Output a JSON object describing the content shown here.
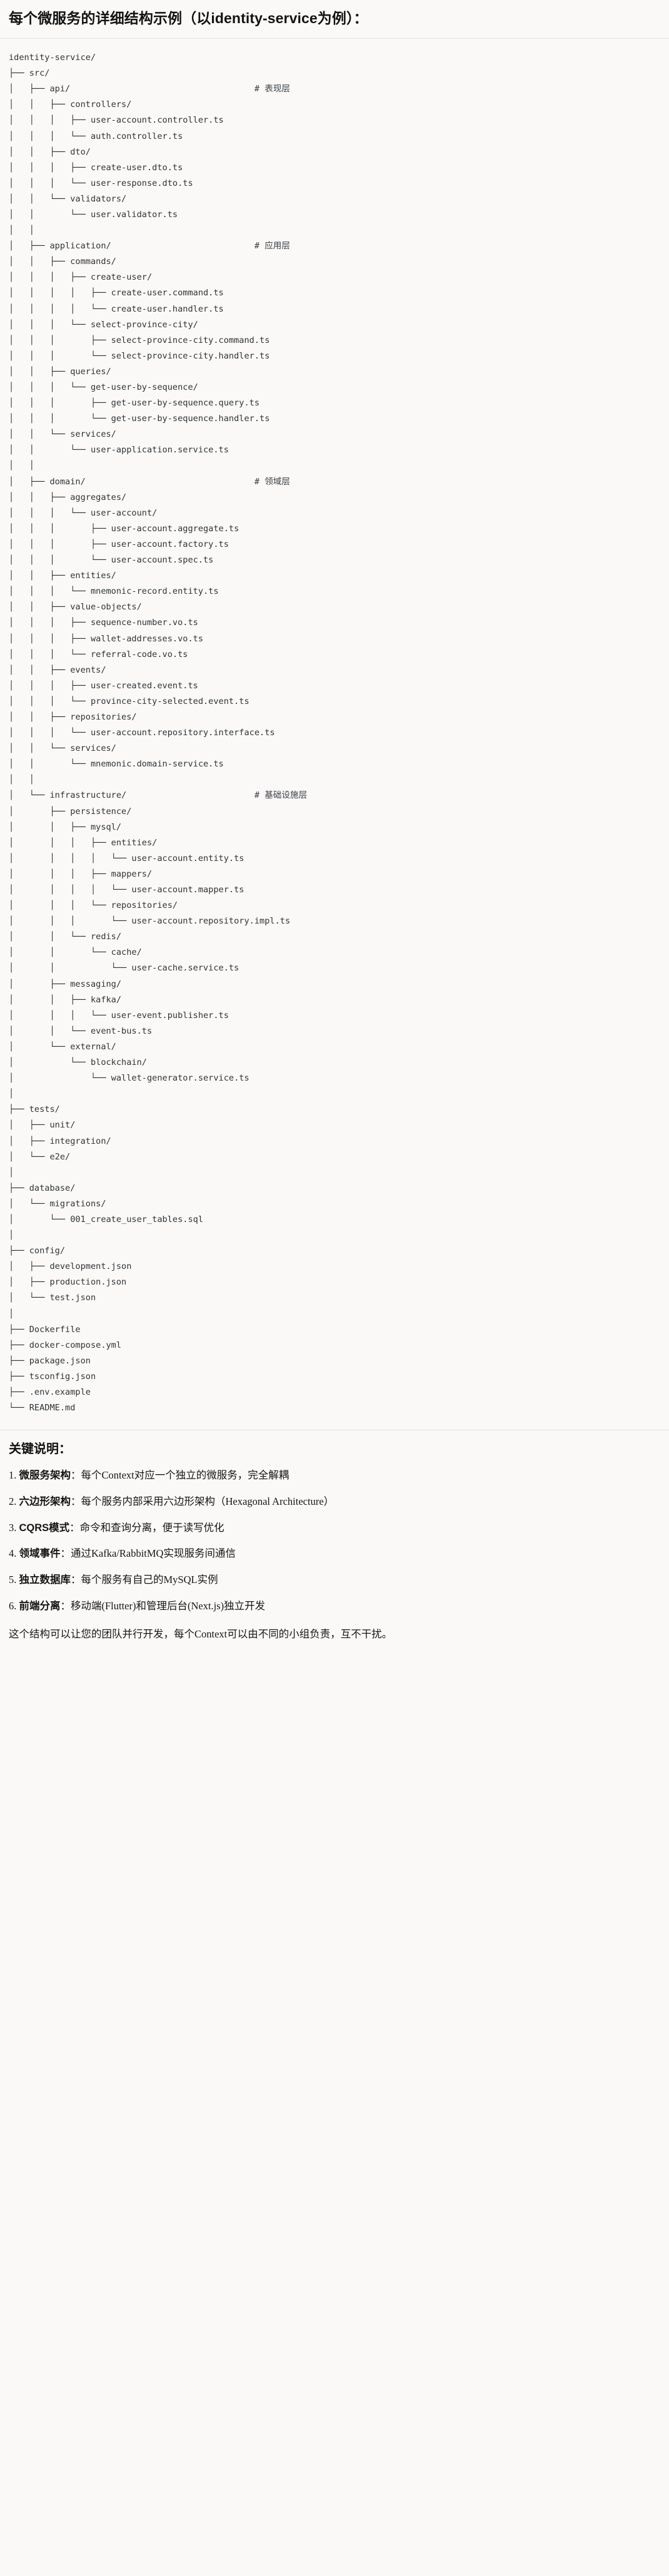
{
  "header": {
    "title": "每个微服务的详细结构示例（以identity-service为例）："
  },
  "tree": {
    "root_label": "identity-service/",
    "comment_column": 48,
    "lines": [
      {
        "text": "identity-service/",
        "comment": ""
      },
      {
        "text": "├── src/",
        "comment": ""
      },
      {
        "text": "│   ├── api/",
        "comment": "# 表现层"
      },
      {
        "text": "│   │   ├── controllers/",
        "comment": ""
      },
      {
        "text": "│   │   │   ├── user-account.controller.ts",
        "comment": ""
      },
      {
        "text": "│   │   │   └── auth.controller.ts",
        "comment": ""
      },
      {
        "text": "│   │   ├── dto/",
        "comment": ""
      },
      {
        "text": "│   │   │   ├── create-user.dto.ts",
        "comment": ""
      },
      {
        "text": "│   │   │   └── user-response.dto.ts",
        "comment": ""
      },
      {
        "text": "│   │   └── validators/",
        "comment": ""
      },
      {
        "text": "│   │       └── user.validator.ts",
        "comment": ""
      },
      {
        "text": "│   │",
        "comment": ""
      },
      {
        "text": "│   ├── application/",
        "comment": "# 应用层"
      },
      {
        "text": "│   │   ├── commands/",
        "comment": ""
      },
      {
        "text": "│   │   │   ├── create-user/",
        "comment": ""
      },
      {
        "text": "│   │   │   │   ├── create-user.command.ts",
        "comment": ""
      },
      {
        "text": "│   │   │   │   └── create-user.handler.ts",
        "comment": ""
      },
      {
        "text": "│   │   │   └── select-province-city/",
        "comment": ""
      },
      {
        "text": "│   │   │       ├── select-province-city.command.ts",
        "comment": ""
      },
      {
        "text": "│   │   │       └── select-province-city.handler.ts",
        "comment": ""
      },
      {
        "text": "│   │   ├── queries/",
        "comment": ""
      },
      {
        "text": "│   │   │   └── get-user-by-sequence/",
        "comment": ""
      },
      {
        "text": "│   │   │       ├── get-user-by-sequence.query.ts",
        "comment": ""
      },
      {
        "text": "│   │   │       └── get-user-by-sequence.handler.ts",
        "comment": ""
      },
      {
        "text": "│   │   └── services/",
        "comment": ""
      },
      {
        "text": "│   │       └── user-application.service.ts",
        "comment": ""
      },
      {
        "text": "│   │",
        "comment": ""
      },
      {
        "text": "│   ├── domain/",
        "comment": "# 领域层"
      },
      {
        "text": "│   │   ├── aggregates/",
        "comment": ""
      },
      {
        "text": "│   │   │   └── user-account/",
        "comment": ""
      },
      {
        "text": "│   │   │       ├── user-account.aggregate.ts",
        "comment": ""
      },
      {
        "text": "│   │   │       ├── user-account.factory.ts",
        "comment": ""
      },
      {
        "text": "│   │   │       └── user-account.spec.ts",
        "comment": ""
      },
      {
        "text": "│   │   ├── entities/",
        "comment": ""
      },
      {
        "text": "│   │   │   └── mnemonic-record.entity.ts",
        "comment": ""
      },
      {
        "text": "│   │   ├── value-objects/",
        "comment": ""
      },
      {
        "text": "│   │   │   ├── sequence-number.vo.ts",
        "comment": ""
      },
      {
        "text": "│   │   │   ├── wallet-addresses.vo.ts",
        "comment": ""
      },
      {
        "text": "│   │   │   └── referral-code.vo.ts",
        "comment": ""
      },
      {
        "text": "│   │   ├── events/",
        "comment": ""
      },
      {
        "text": "│   │   │   ├── user-created.event.ts",
        "comment": ""
      },
      {
        "text": "│   │   │   └── province-city-selected.event.ts",
        "comment": ""
      },
      {
        "text": "│   │   ├── repositories/",
        "comment": ""
      },
      {
        "text": "│   │   │   └── user-account.repository.interface.ts",
        "comment": ""
      },
      {
        "text": "│   │   └── services/",
        "comment": ""
      },
      {
        "text": "│   │       └── mnemonic.domain-service.ts",
        "comment": ""
      },
      {
        "text": "│   │",
        "comment": ""
      },
      {
        "text": "│   └── infrastructure/",
        "comment": "# 基础设施层"
      },
      {
        "text": "│       ├── persistence/",
        "comment": ""
      },
      {
        "text": "│       │   ├── mysql/",
        "comment": ""
      },
      {
        "text": "│       │   │   ├── entities/",
        "comment": ""
      },
      {
        "text": "│       │   │   │   └── user-account.entity.ts",
        "comment": ""
      },
      {
        "text": "│       │   │   ├── mappers/",
        "comment": ""
      },
      {
        "text": "│       │   │   │   └── user-account.mapper.ts",
        "comment": ""
      },
      {
        "text": "│       │   │   └── repositories/",
        "comment": ""
      },
      {
        "text": "│       │   │       └── user-account.repository.impl.ts",
        "comment": ""
      },
      {
        "text": "│       │   └── redis/",
        "comment": ""
      },
      {
        "text": "│       │       └── cache/",
        "comment": ""
      },
      {
        "text": "│       │           └── user-cache.service.ts",
        "comment": ""
      },
      {
        "text": "│       ├── messaging/",
        "comment": ""
      },
      {
        "text": "│       │   ├── kafka/",
        "comment": ""
      },
      {
        "text": "│       │   │   └── user-event.publisher.ts",
        "comment": ""
      },
      {
        "text": "│       │   └── event-bus.ts",
        "comment": ""
      },
      {
        "text": "│       └── external/",
        "comment": ""
      },
      {
        "text": "│           └── blockchain/",
        "comment": ""
      },
      {
        "text": "│               └── wallet-generator.service.ts",
        "comment": ""
      },
      {
        "text": "│",
        "comment": ""
      },
      {
        "text": "├── tests/",
        "comment": ""
      },
      {
        "text": "│   ├── unit/",
        "comment": ""
      },
      {
        "text": "│   ├── integration/",
        "comment": ""
      },
      {
        "text": "│   └── e2e/",
        "comment": ""
      },
      {
        "text": "│",
        "comment": ""
      },
      {
        "text": "├── database/",
        "comment": ""
      },
      {
        "text": "│   └── migrations/",
        "comment": ""
      },
      {
        "text": "│       └── 001_create_user_tables.sql",
        "comment": ""
      },
      {
        "text": "│",
        "comment": ""
      },
      {
        "text": "├── config/",
        "comment": ""
      },
      {
        "text": "│   ├── development.json",
        "comment": ""
      },
      {
        "text": "│   ├── production.json",
        "comment": ""
      },
      {
        "text": "│   └── test.json",
        "comment": ""
      },
      {
        "text": "│",
        "comment": ""
      },
      {
        "text": "├── Dockerfile",
        "comment": ""
      },
      {
        "text": "├── docker-compose.yml",
        "comment": ""
      },
      {
        "text": "├── package.json",
        "comment": ""
      },
      {
        "text": "├── tsconfig.json",
        "comment": ""
      },
      {
        "text": "├── .env.example",
        "comment": ""
      },
      {
        "text": "└── README.md",
        "comment": ""
      }
    ]
  },
  "notes": {
    "title": "关键说明：",
    "items": [
      {
        "num": "1.",
        "term": "微服务架构",
        "sep": "：",
        "desc": "每个Context对应一个独立的微服务，完全解耦"
      },
      {
        "num": "2.",
        "term": "六边形架构",
        "sep": "：",
        "desc": "每个服务内部采用六边形架构（Hexagonal Architecture）"
      },
      {
        "num": "3.",
        "term": "CQRS模式",
        "sep": "：",
        "desc": "命令和查询分离，便于读写优化"
      },
      {
        "num": "4.",
        "term": "领域事件",
        "sep": "：",
        "desc": "通过Kafka/RabbitMQ实现服务间通信"
      },
      {
        "num": "5.",
        "term": "独立数据库",
        "sep": "：",
        "desc": "每个服务有自己的MySQL实例"
      },
      {
        "num": "6.",
        "term": "前端分离",
        "sep": "：",
        "desc": "移动端(Flutter)和管理后台(Next.js)独立开发"
      }
    ],
    "closing": "这个结构可以让您的团队并行开发，每个Context可以由不同的小组负责，互不干扰。"
  },
  "colors": {
    "page_background": "#faf9f7",
    "text": "#1f1f1f",
    "tree_text": "#2f3338",
    "divider": "#e6e3de"
  }
}
